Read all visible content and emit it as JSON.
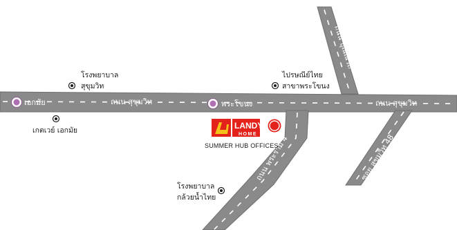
{
  "roads": {
    "sukhumvit_left": "ถนน สุขุมวิท",
    "sukhumvit_right": "ถนน สุขุมวิท",
    "top_right_road": "ถนน ปุณณวิถี",
    "rama4": "ถนน พระราม 4",
    "soi48": "ซอย สุขุมวิท 48"
  },
  "stations": {
    "ekkamai": "เอกมัย",
    "phrakhanong": "พระโขนง"
  },
  "pois": {
    "sukhumvit_hospital": [
      "โรงพยาบาล",
      "สุขุมวิท"
    ],
    "gateway_ekkamai": "เกตเวย์ เอกมัย",
    "post_office": [
      "ไปรษณีย์ไทย",
      "สาขาพระโขนง"
    ],
    "kluaynamthai_hospital": [
      "โรงพยาบาล",
      "กล้วยน้ำไทย"
    ]
  },
  "brand": {
    "name": "LANDY",
    "sub": "HOME",
    "caption": "SUMMER HUB OFFICES"
  },
  "colors": {
    "road": "#8a8a8a",
    "brand_red": "#e3231b",
    "brand_yellow": "#f4c21a",
    "bts_purple": "#b06fb3"
  }
}
